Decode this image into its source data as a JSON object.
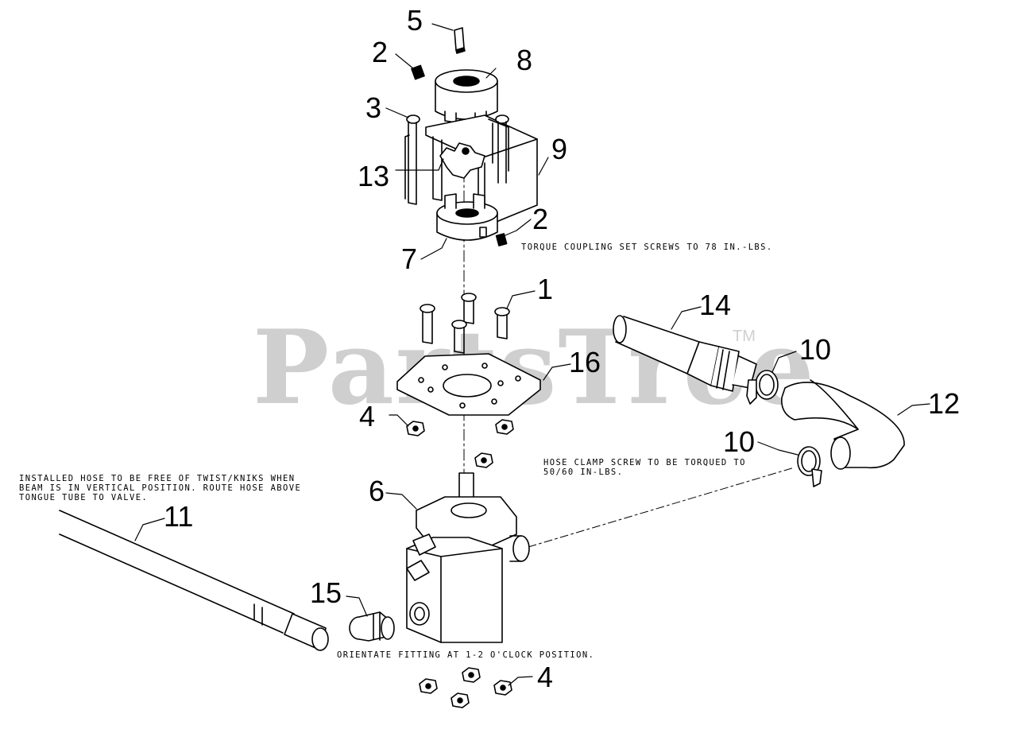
{
  "watermark": {
    "brand": "PartsTree",
    "trademark": "TM"
  },
  "callouts": {
    "c5": "5",
    "c2a": "2",
    "c8": "8",
    "c3": "3",
    "c9": "9",
    "c13": "13",
    "c2b": "2",
    "c7": "7",
    "c1": "1",
    "c14": "14",
    "c10a": "10",
    "c16": "16",
    "c12": "12",
    "c4a": "4",
    "c10b": "10",
    "c6": "6",
    "c11": "11",
    "c15": "15",
    "c4b": "4"
  },
  "notes": {
    "coupling": "TORQUE COUPLING SET SCREWS TO 78 IN.-LBS.",
    "clamp_line1": "HOSE CLAMP SCREW TO BE TORQUED TO",
    "clamp_line2": "50/60 IN-LBS.",
    "hose_line1": "INSTALLED HOSE TO BE FREE OF TWIST/KNIKS WHEN",
    "hose_line2": "BEAM IS IN VERTICAL POSITION. ROUTE HOSE ABOVE",
    "hose_line3": "TONGUE TUBE TO VALVE.",
    "fitting": "ORIENTATE FITTING AT 1-2 O'CLOCK POSITION."
  },
  "colors": {
    "ink": "#000000",
    "watermark": "#cfcfcf"
  }
}
